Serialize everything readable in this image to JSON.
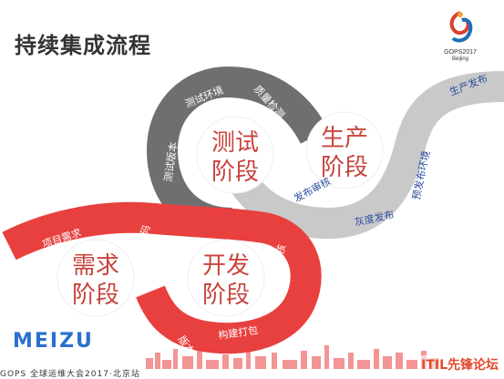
{
  "slide": {
    "title": "持续集成流程",
    "logo": {
      "line1": "GOPS2017",
      "line2": "Beijing"
    },
    "brand": "MEIZU",
    "footer": "GOPS 全球运维大会2017·北京站",
    "watermark": "ITIL先锋论坛"
  },
  "stages": {
    "requirement": {
      "line1": "需求",
      "line2": "阶段"
    },
    "development": {
      "line1": "开发",
      "line2": "阶段"
    },
    "testing": {
      "line1": "测试",
      "line2": "阶段"
    },
    "production": {
      "line1": "生产",
      "line2": "阶段"
    }
  },
  "steps": {
    "requirement": [
      "项目需求",
      "提交代码"
    ],
    "development": [
      "版本发布",
      "构建打包",
      "代码审核"
    ],
    "testing": [
      "测试版本",
      "测试环境",
      "质量检测"
    ],
    "production": [
      "发布审核",
      "灰度发布",
      "预发布环境",
      "生产发布"
    ]
  },
  "colors": {
    "red_band": "#e8403e",
    "gray_dark": "#6f6f70",
    "gray_light": "#c9c9ca",
    "circle_fill": "#ffffff",
    "circle_text": "#c8443e"
  }
}
